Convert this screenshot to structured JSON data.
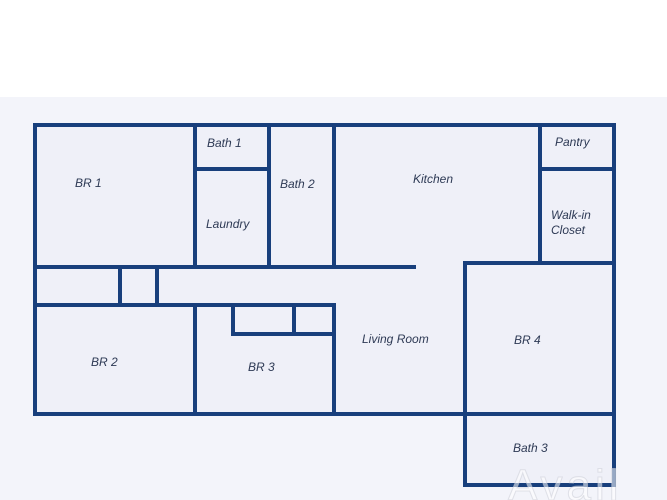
{
  "rooms": {
    "br1": "BR 1",
    "bath1": "Bath 1",
    "laundry": "Laundry",
    "bath2": "Bath 2",
    "kitchen": "Kitchen",
    "pantry": "Pantry",
    "walkin_line1": "Walk-in",
    "walkin_line2": "Closet",
    "br2": "BR 2",
    "br3": "BR 3",
    "living": "Living Room",
    "br4": "BR 4",
    "bath3": "Bath 3"
  },
  "watermark": "Avail",
  "colors": {
    "wall": "#183f7c",
    "floor": "#eff0f8",
    "background": "#f3f4fa"
  }
}
